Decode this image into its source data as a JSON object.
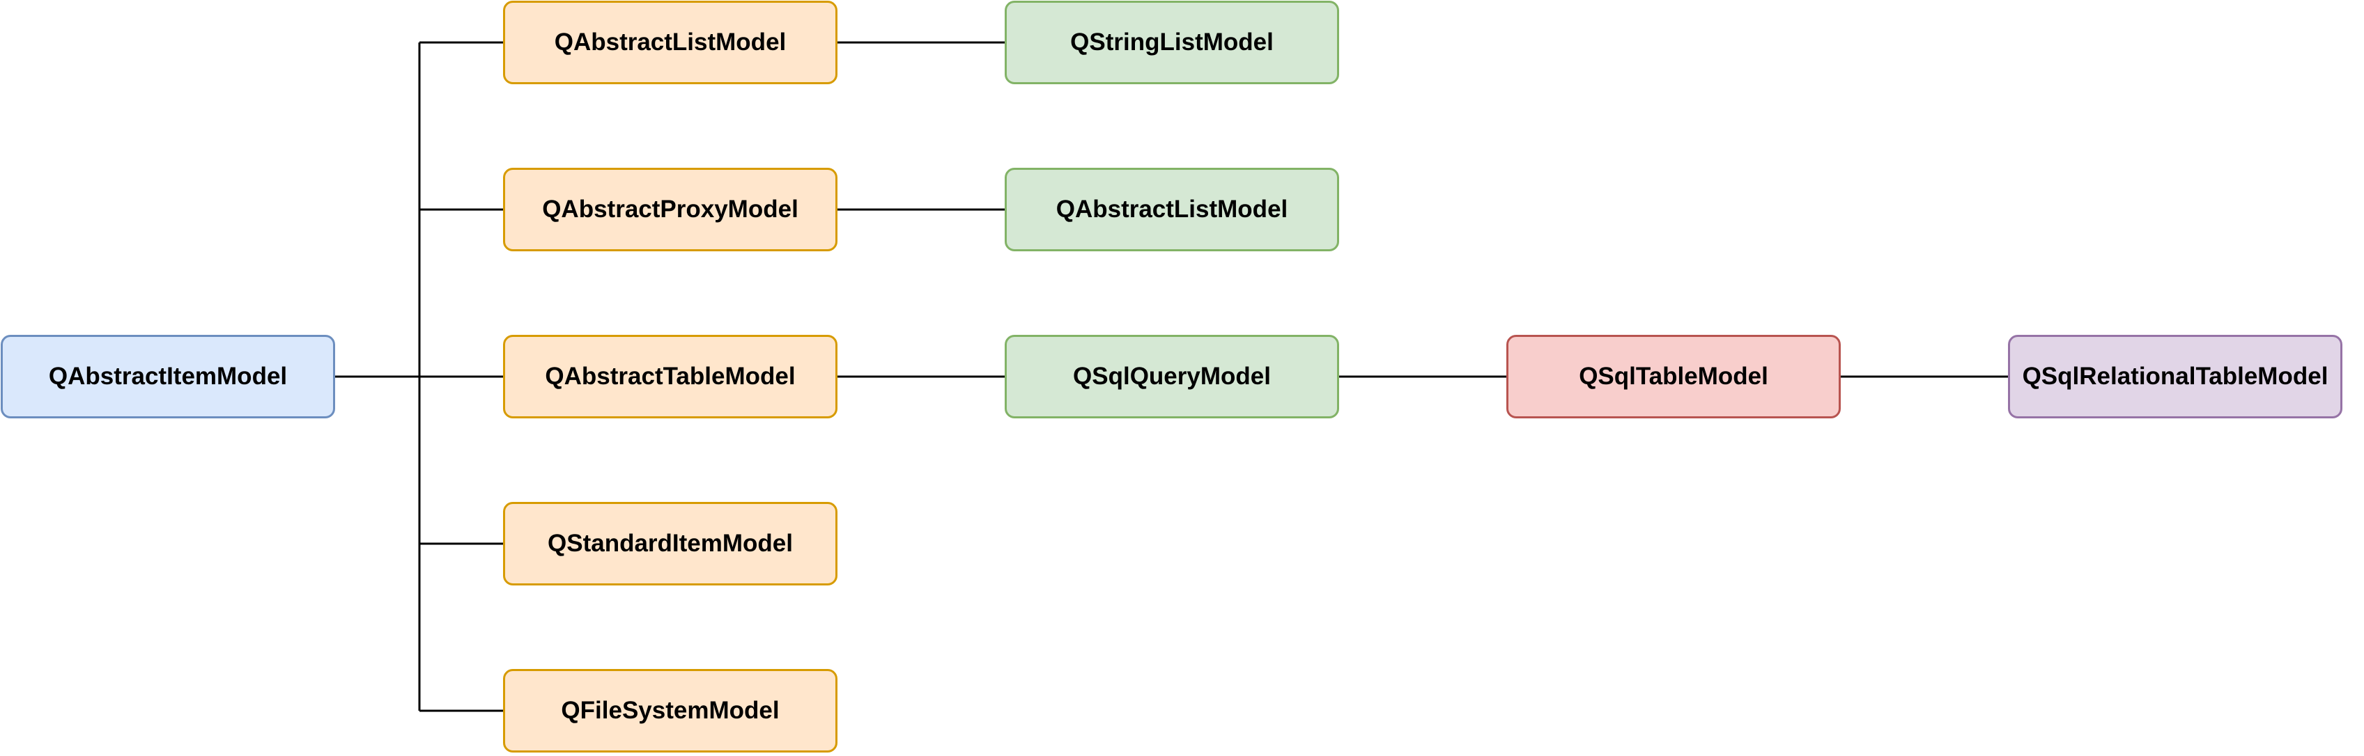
{
  "diagram": {
    "nodes": {
      "root": {
        "label": "QAbstractItemModel"
      },
      "abstract_list": {
        "label": "QAbstractListModel"
      },
      "abstract_proxy": {
        "label": "QAbstractProxyModel"
      },
      "abstract_table": {
        "label": "QAbstractTableModel"
      },
      "standard_item": {
        "label": "QStandardItemModel"
      },
      "file_system": {
        "label": "QFileSystemModel"
      },
      "string_list": {
        "label": "QStringListModel"
      },
      "abstract_list_2": {
        "label": "QAbstractListModel"
      },
      "sql_query": {
        "label": "QSqlQueryModel"
      },
      "sql_table": {
        "label": "QSqlTableModel"
      },
      "sql_relational": {
        "label": "QSqlRelationalTableModel"
      }
    },
    "edges": [
      [
        "root",
        "abstract_list"
      ],
      [
        "root",
        "abstract_proxy"
      ],
      [
        "root",
        "abstract_table"
      ],
      [
        "root",
        "standard_item"
      ],
      [
        "root",
        "file_system"
      ],
      [
        "abstract_list",
        "string_list"
      ],
      [
        "abstract_proxy",
        "abstract_list_2"
      ],
      [
        "abstract_table",
        "sql_query"
      ],
      [
        "sql_query",
        "sql_table"
      ],
      [
        "sql_table",
        "sql_relational"
      ]
    ],
    "colors": {
      "blue_fill": "#dae8fc",
      "blue_stroke": "#6c8ebf",
      "orange_fill": "#ffe6cc",
      "orange_stroke": "#d79b00",
      "green_fill": "#d5e8d4",
      "green_stroke": "#82b366",
      "red_fill": "#f8cecc",
      "red_stroke": "#b85450",
      "purple_fill": "#e1d5e7",
      "purple_stroke": "#9673a6",
      "connector": "#000000"
    }
  }
}
